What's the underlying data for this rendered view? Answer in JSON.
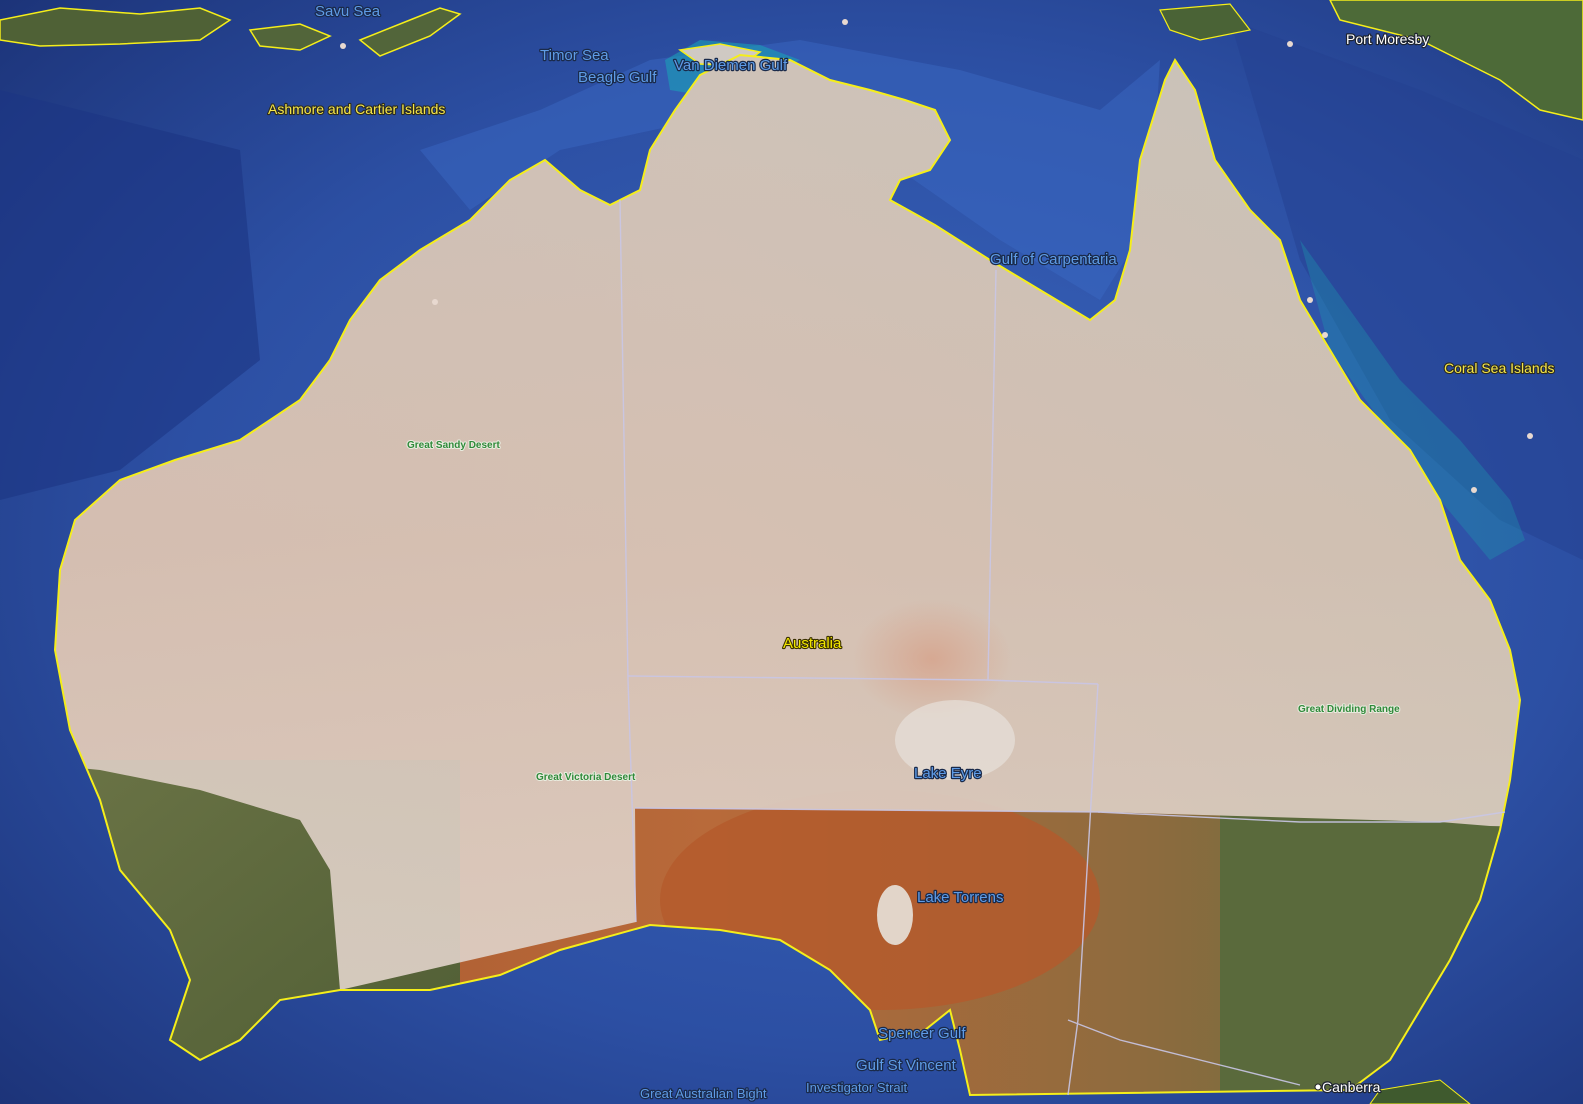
{
  "view": {
    "colors": {
      "ocean_deep": "#203a86",
      "ocean_mid": "#2c4fa3",
      "ocean_shallow": "#3a67c0",
      "reef": "#1aa0b8",
      "coastline": "#f5ee1a",
      "overlay": "#dcd6d0",
      "desert_red": "#b4552c",
      "vegetation": "#5d6b3c",
      "border": "#c9c6e6"
    }
  },
  "labels": {
    "savu_sea": "Savu Sea",
    "timor_sea": "Timor Sea",
    "beagle_gulf": "Beagle Gulf",
    "van_diemen_gulf": "Van Diemen Gulf",
    "ashmore": "Ashmore and Cartier Islands",
    "port_moresby": "Port Moresby",
    "gulf_carpentaria": "Gulf of Carpentaria",
    "coral_sea_islands": "Coral Sea Islands",
    "great_sandy_desert": "Great Sandy Desert",
    "australia": "Australia",
    "great_dividing_range": "Great Dividing Range",
    "lake_eyre": "Lake Eyre",
    "great_victoria_desert": "Great Victoria Desert",
    "lake_torrens": "Lake Torrens",
    "spencer_gulf": "Spencer Gulf",
    "gulf_st_vincent": "Gulf St Vincent",
    "great_australian_bight": "Great Australian Bight",
    "investigator_strait": "Investigator Strait",
    "canberra": "Canberra"
  }
}
